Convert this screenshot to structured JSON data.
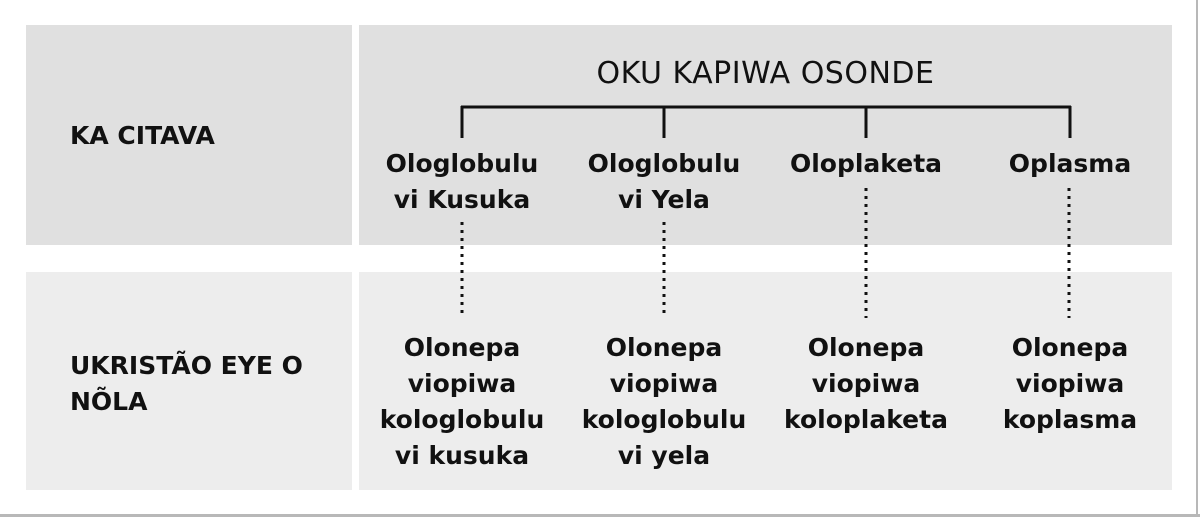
{
  "rows": [
    {
      "label": "KA CITAVA"
    },
    {
      "label": "UKRISTÃO EYE O NÕLA"
    }
  ],
  "title": "OKU KAPIWA OSONDE",
  "columns": [
    {
      "head_lines": [
        "Ologlobulu",
        "vi Kusuka"
      ],
      "body_lines": [
        "Olonepa",
        "viopiwa",
        "kologlobulu",
        "vi kusuka"
      ]
    },
    {
      "head_lines": [
        "Ologlobulu",
        "vi Yela"
      ],
      "body_lines": [
        "Olonepa",
        "viopiwa",
        "kologlobulu",
        "vi yela"
      ]
    },
    {
      "head_lines": [
        "Oloplaketa"
      ],
      "body_lines": [
        "Olonepa",
        "viopiwa",
        "koloplaketa"
      ]
    },
    {
      "head_lines": [
        "Oplasma"
      ],
      "body_lines": [
        "Olonepa",
        "viopiwa",
        "koplasma"
      ]
    }
  ],
  "colors": {
    "top_row_bg": "#e0e0e0",
    "bottom_row_bg": "#ededed",
    "line": "#111111"
  }
}
